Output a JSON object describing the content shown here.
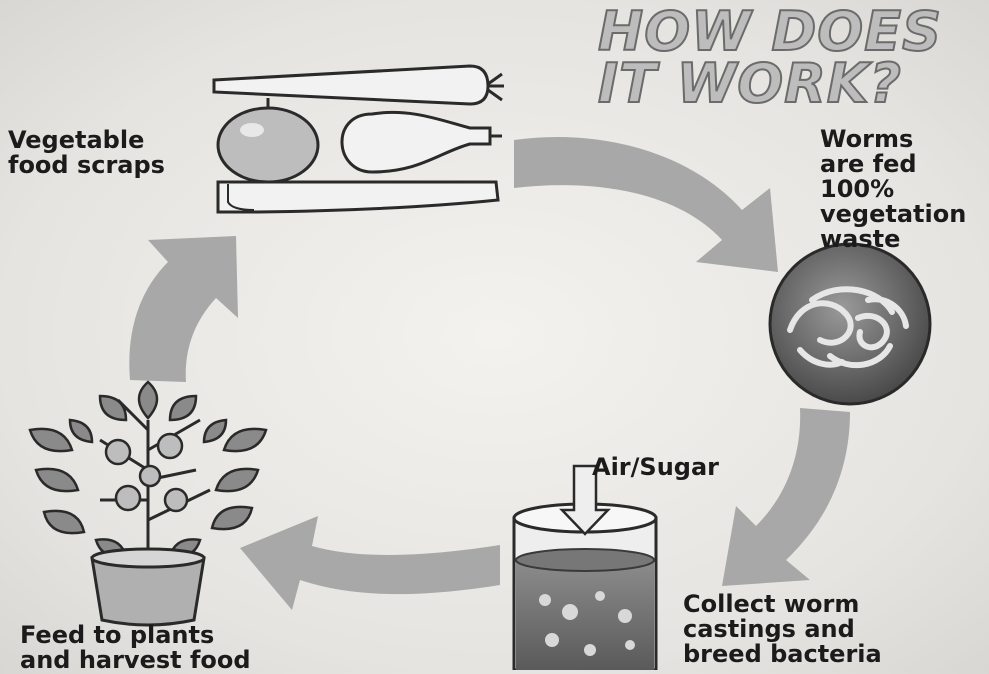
{
  "title": {
    "line1": "HOW DOES",
    "line2": "IT WORK?"
  },
  "steps": {
    "scraps": "Vegetable\nfood scraps",
    "worms": "Worms\nare fed\n100%\nvegetation\nwaste",
    "air": "Air/Sugar",
    "collect": "Collect worm\ncastings and\nbreed bacteria",
    "feed": "Feed to plants\nand harvest food"
  },
  "icons": {
    "scraps": "vegetable-scraps-icon",
    "worms": "worms-dish-icon",
    "container": "bacteria-container-icon",
    "plant": "potted-plant-icon"
  },
  "colors": {
    "arrow": "#a8a8a8",
    "outline": "#2a2a2a",
    "fill_light": "#f2f2f2",
    "fill_mid": "#bdbdbd"
  }
}
